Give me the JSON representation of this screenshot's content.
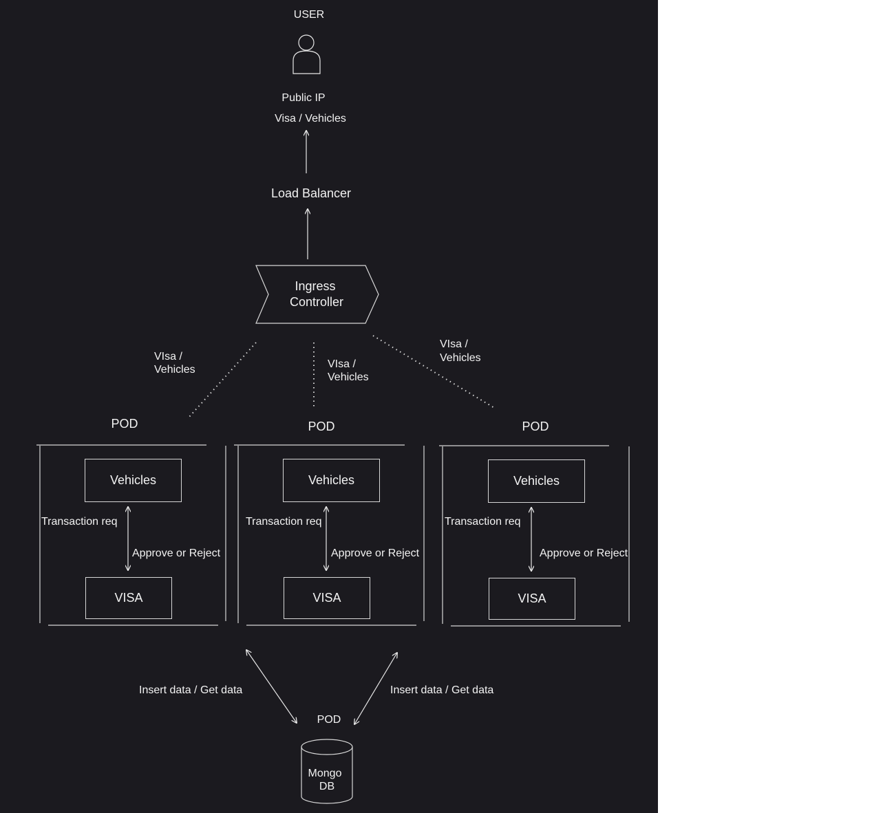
{
  "user": {
    "label": "USER"
  },
  "public_ip": {
    "label": "Public IP",
    "route": "Visa / Vehicles"
  },
  "load_balancer": {
    "label": "Load Balancer"
  },
  "ingress": {
    "line1": "Ingress",
    "line2": "Controller"
  },
  "routes": [
    {
      "line1": "VIsa /",
      "line2": "Vehicles"
    },
    {
      "line1": "VIsa /",
      "line2": "Vehicles"
    },
    {
      "line1": "VIsa /",
      "line2": "Vehicles"
    }
  ],
  "pods": [
    {
      "title": "POD",
      "vehicles": "Vehicles",
      "visa": "VISA",
      "request": "Transaction req",
      "response": "Approve or Reject"
    },
    {
      "title": "POD",
      "vehicles": "Vehicles",
      "visa": "VISA",
      "request": "Transaction req",
      "response": "Approve or Reject"
    },
    {
      "title": "POD",
      "vehicles": "Vehicles",
      "visa": "VISA",
      "request": "Transaction req",
      "response": "Approve or Reject"
    }
  ],
  "db_links": [
    {
      "label": "Insert  data / Get data"
    },
    {
      "label": "Insert  data / Get data"
    }
  ],
  "db_pod": {
    "title": "POD",
    "line1": "Mongo",
    "line2": "DB"
  },
  "colors": {
    "background": "#1b1a1f",
    "stroke": "#d8d8d8",
    "text": "#f2f2f2"
  }
}
